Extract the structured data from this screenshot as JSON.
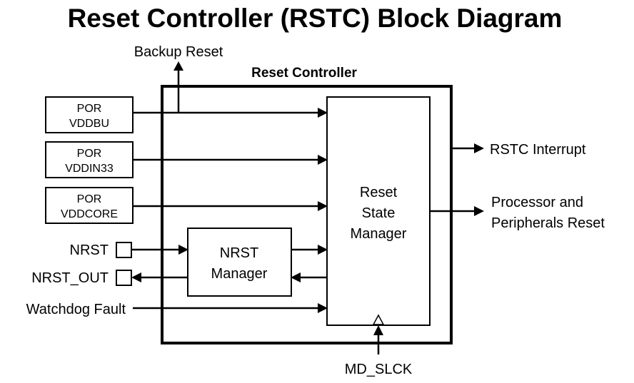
{
  "title": "Reset Controller (RSTC) Block Diagram",
  "controller_label": "Reset Controller",
  "backup_reset_label": "Backup Reset",
  "por_blocks": [
    {
      "line1": "POR",
      "line2": "VDDBU"
    },
    {
      "line1": "POR",
      "line2": "VDDIN33"
    },
    {
      "line1": "POR",
      "line2": "VDDCORE"
    }
  ],
  "state_manager": {
    "line1": "Reset",
    "line2": "State",
    "line3": "Manager"
  },
  "nrst_manager": {
    "line1": "NRST",
    "line2": "Manager"
  },
  "inputs": {
    "nrst": "NRST",
    "nrst_out": "NRST_OUT",
    "watchdog_fault": "Watchdog Fault",
    "md_slck": "MD_SLCK"
  },
  "outputs": {
    "interrupt": "RSTC Interrupt",
    "proc_reset_line1": "Processor and",
    "proc_reset_line2": "Peripherals Reset"
  }
}
